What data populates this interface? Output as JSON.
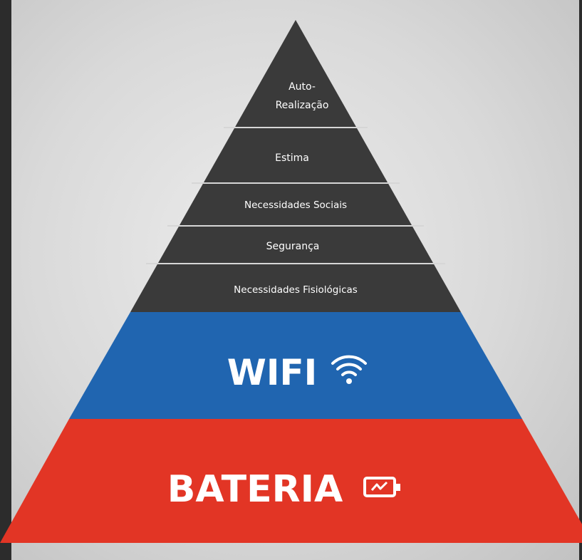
{
  "pyramid": {
    "levels_top": [
      {
        "id": "autorealizacao",
        "lines": [
          "Auto-",
          "Realização"
        ]
      },
      {
        "id": "estima",
        "lines": [
          "Estima"
        ]
      },
      {
        "id": "sociais",
        "lines": [
          "Necessidades Sociais"
        ]
      },
      {
        "id": "seguranca",
        "lines": [
          "Segurança"
        ]
      },
      {
        "id": "fisiologicas",
        "lines": [
          "Necessidades Fisiológicas"
        ]
      }
    ],
    "wifi": {
      "label": "WIFI",
      "icon": "wifi-icon"
    },
    "bateria": {
      "label": "BATERIA",
      "icon": "battery-charging-icon"
    }
  },
  "colors": {
    "dark": "#3a3a3a",
    "wifi": "#2065b0",
    "battery": "#e23525",
    "divider": "#d0d0d0",
    "background": "#2c2c2c"
  }
}
